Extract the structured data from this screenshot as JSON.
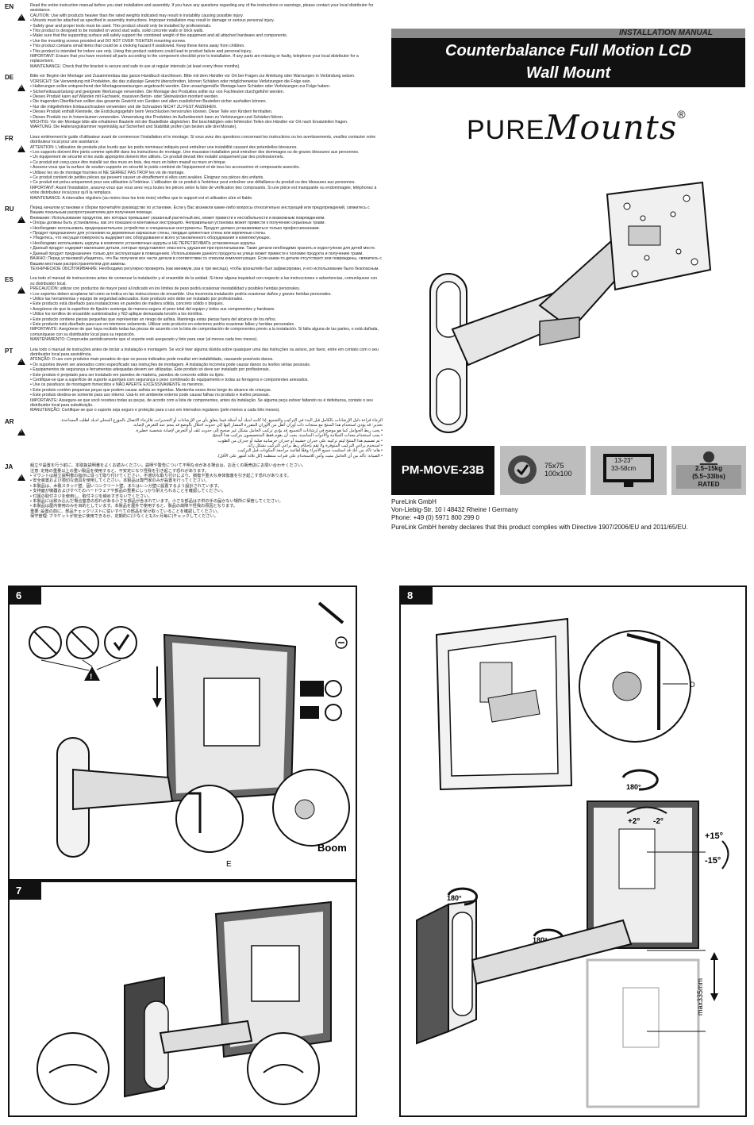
{
  "languages": [
    {
      "code": "EN",
      "text": "Read the entire instruction manual before you start installation and assembly. If you have any questions regarding any of the instructions or warnings, please contact your local distributor for assistance.\nCAUTION: Use with products heavier than the rated weights indicated may result in instability causing possible injury.\n• Mounts must be attached as specified in assembly instructions. Improper installation may result in damage or serious personal injury.\n• Safety gear and proper tools must be used. This product should only be installed by professionals.\n• This product is designed to be installed on wood stud walls, solid concrete walls or brick walls.\n• Make sure that the supporting surface will safely support the combined weight of the equipment and all attached hardware and components.\n• Use the mounting screws provided and DO NOT OVER TIGHTEN mounting screws.\n• This product contains small items that could be a choking hazard if swallowed. Keep these items away from children.\n• This product is intended for indoor use only. Using this product outdoors could lead to product failure and personal injury.\nIMPORTANT: Ensure that you have received all parts according to the component checklist prior to installation. If any parts are missing or faulty, telephone your local distributor for a replacement.\nMAINTENANCE: Check that the bracket is secure and safe to use at regular intervals (at least every three months)."
    },
    {
      "code": "DE",
      "text": "Bitte vor Beginn der Montage und Zusammenbau das ganze Handbuch durchlesen. Bitte mit dem Händler vor Ort bei Fragen zur Anleitung oder Warnungen in Verbindung setzen.\nVORSICHT: Sie Verwendung mit Produkten, die das zulässige Gewicht überschreiten, können Schäden oder möglicherweise Verletzungen die Folge sein.\n• Halterungen sollen entsprechend den Montageanweisungen angebracht werden. Eine unsachgemäße Montage kann Schäden oder Verletzungen zur Folge haben.\n• Sicherheitsausrüstung und geeignete Werkzeuge verwenden. Die Montage des Produktes sollte nur von Fachleuten durchgeführt werden.\n• Dieses Produkt kann auf Wänden mit Fachwerk, massiven Beton- oder Steinwänden montiert werden.\n• Die tragenden Oberflächen sollten das gesamte Gewicht von Geräten und allen zusätzlichen Bauteilen sicher aushalten können.\n• Nur die mitgelieferten Einbauschrauben verwenden und die Schrauben NICHT ZU FEST ANZIEHEN.\n• Dieses Produkt enthält Kleinteile, die Erstickungsgefahr beim Verschlucken hervorrufen können. Diese Teile von Kindern fernhalten.\n• Dieses Produkt nur in Innenräumen verwenden. Verwendung des Produktes im Außenbereich kann zu Verletzungen und Schäden führen.\nWICHTIG: Vor der Montage bitte alle erhaltenen Bauteile mit der Bauteilliste abgleichen. Bei beschädigten oder fehlenden Teilen den Händler vor Ort nach Ersatzteilen fragen.\nWARTUNG: Die Halterungsklammer regelmäßig auf Sicherheit und Stabilität prüfen (am besten alle drei Monate)."
    },
    {
      "code": "FR",
      "text": "Lisez entièrement le guide d'utilisateur avant de commencer l'installation et le montage. Si vous avez des questions concernant les instructions ou les avertissements, veuillez contacter votre distributeur local pour une assistance.\nATTENTION: L'utilisation de produits plus lourds que les poids nominaux indiqués peut entraîner une instabilité causant des potentielles blessures.\n• Les supports doivent être joints comme spécifié dans les instructions de montage. Une mauvaise installation peut entraîner des dommages ou de graves blessures aux personnes.\n• Un équipement de sécurité et les outils appropriés doivent être utilisés. Ce produit devrait être installé uniquement par des professionnels.\n• Ce produit est conçu pour être installé sur des murs en bois, des murs en béton massif ou murs en brique.\n• Assurez-vous que la surface de soutien supporte en sécurité le poids combiné de l'équipement et de tous les accessoires et composants associés.\n• Utilisez les vis de montage fournies et NE SERREZ PAS TROP les vis de montage.\n• Ce produit contient de petites pièces qui peuvent causer un étouffement si elles sont avalées. Éloignez ces pièces des enfants.\n• Ce produit est prévu uniquement pour une utilisation à l'intérieur. L'utilisation de ce produit à l'extérieur peut entraîner une défaillance du produit ou des blessures aux personnes.\nIMPORTANT: Avant l'installation, assurez-vous que vous avez reçu toutes les pièces selon la liste de vérification des composants. Si une pièce est manquante ou endommagée, téléphonez à votre distributeur local pour qu'il la remplace.\nMAINTENANCE: A intervalles réguliers (au moins tous les trois mois) vérifiez que le support est et utilisation sûre et fiable."
    },
    {
      "code": "RU",
      "text": "Перед началом установки и сборки прочитайте руководство по установке. Если у Вас возникли какие-либо вопросы относительно инструкций или предупреждений, свяжитесь с Вашим локальным распространителем для получения помощи.\nВнимание: Использование продуктов, вес которых превышает указанный расчетный вес, может привести к нестабильности и возможным повреждениям.\n• Опоры должны быть установлены, как это показано в монтажных инструкциях. Неправильная установка может привести к получению серьезных травм.\n• Необходимо использовать предохранительное устройство и специальные инструменты. Продукт должен устанавливаться только профессионалами.\n• Продукт предназначен для установки на деревянные каркасные стены, твердые цементные стены или кирпичные стены.\n• Убедитесь, что несущая поверхность выдержит вес оборудования и всего установленного оборудования и комплектующих.\n• Необходимо использовать шурупы в комплекте установочных шурупы и НЕ ПЕРЕТЯГИВАТЬ установочные шурупы.\n• Данный продукт содержит маленькие детали, которые представляют опасность удушения при проглатывании. Такие детали необходимо хранить в недоступном для детей месте.\n• Данный продукт предназначен только для эксплуатации в помещениях. Использование данного продукта на улице может привести к поломке продукта и получению травм.\nВАЖНО: Перед установкой убедитесь, что Вы получили все части детали в соответствии со списком комплектующих. Если какие-то детали отсутствуют или повреждены, свяжитесь с Вашим местным распространителем для замены.\nТЕХНИЧЕСКОЕ ОБСЛУЖИВАНИЕ: Необходимо регулярно проверять (как минимум, раз в три месяца), чтобы кронштейн был зафиксирован, и его использование было безопасным."
    },
    {
      "code": "ES",
      "text": "Lea todo el manual de instrucciones antes de comenzar la instalación y el ensamble de la unidad. Si tiene alguna inquietud con respecto a las instrucciones o advertencias, comuníquese con su distribuidor local.\nPRECAUCIÓN: utilizar con productos de mayor peso al indicado en los límites de peso podrá ocasionar inestabilidad y posibles heridas personales.\n• Los soportes deben acoplarse tal como se indica en las instrucciones de ensamble. Una incorrecta instalación podría ocasionar daños y graves heridas personales.\n• Utilice las herramientas y equipo de seguridad adecuados. Este producto solo debe ser instalado por profesionales.\n• Este producto está diseñado para instalaciones en paredes de madera sólida, concreto sólido o bloques.\n• Asegúrese de que la superficie de fijación sostenga de manera segura el peso total del equipo y todos sus componentes y hardware.\n• Utilice los tornillos de ensamble suministrados y NO aplique demasiada torsión a los tornillos.\n• Este producto contiene piezas pequeñas que representan un riesgo de asfixia. Mantenga estas piezas fuera del alcance de los niños.\n• Este producto está diseñado para uso en interiores solamente. Utilizar este producto en exteriores podría ocasionar fallas y heridas personales.\nIMPORTANTE: Asegúrese de que haya recibido todas las piezas de acuerdo con la lista de comprobación de componentes previo a la instalación. Si falta alguna de las partes, o está dañada, comuníquese con su distribuidor local para su reposición.\nMANTENIMIENTO: Compruebe periódicamente que el soporte esté asegurado y listo para usar (al menos cada tres meses)."
    },
    {
      "code": "PT",
      "text": "Leia todo o manual de instruções antes de iniciar a instalação e montagem. Se você tiver alguma dúvida sobre quaisquer uma das instruções ou avisos, por favor, entre em contato com o seu distribuidor local para assistência.\nATENÇÃO: O uso com produtos mais pesados do que os pesos indicados pode resultar em instabilidade, causando possíveis danos.\n• Os suportes devem ser anexados como especificado nas instruções de montagem. A instalação incorreta pode causar danos ou lesões sérias pessoais.\n• Equipamentos de segurança e ferramentas adequadas devem ser utilizadas. Este produto só deve ser instalado por profissionais.\n• Este produto é projetado para ser instalado em paredes de madeira, paredes de concreto sólido ou tijolo.\n• Certifique-se que a superfície de suporte suportará com segurança o peso combinado do equipamento e todas as ferragens e componentes anexados.\n• Use os parafusos de montagem fornecidos e NÃO APERTE EXCESSIVAMENTE os mesmos.\n• Este produto contém pequenas peças que podem causar asfixia se ingeridas. Mantenha esses itens longe do alcance de crianças.\n• Este produto destina-se somente para uso interno. Usá-lo em ambiente externo pode causar falhas no produto e lesões pessoais.\nIMPORTANTE: Assegure-se que você recebeu todas as peças, de acordo com a lista de componentes, antes da instalação. Se alguma peça estiver faltando ou é defeituosa, contate o seu distribuidor local para substituição.\nMANUTENÇÃO: Certifique-se que o suporte seja seguro e proteção para o uso em intervalos regulares (pelo menos a cada três meses)."
    },
    {
      "code": "AR",
      "text": "الرجاء قراءة دليل الإرشادات بالكامل قبل البدء في التركيب والتجميع. إذا كانت لديك أية أسئلة فيما يتعلق بأي من الإرشادات أو التحذيرات، فالرجاء الاتصال بالموزع المحلي لديك لطلب المساعدة.\nتحذير: قد يؤدي استخدام هذا المنتج مع منتجات ذات أوزان أثقل من الأوزان المقررة المشار إليها إلى حدوث اختلال بالوضع قد ينجم عنه التعرض لإصابة.\n• يجب ربط الحوامل كما هو موضح في إرشادات التجميع. قد يؤدي تركيب الحامل بشكل غير صحيح إلى حدوث تلف أو التعرض لإصابة شخصية خطيرة.\n• يجب استخدام معدات السلامة والأدوات المناسبة. يجب أن يقوم فقط المتخصصون بتركيب هذا المنتج.\n• تم تصميم هذا المنتج ليتم تركيبه على جدران خشبية أو جدران خرسانية صلبة أو جدران من الطوب.\n• استخدم براغي التركيب المتوفرة ولا تقم بإحكام ربط براغي التركيب بشكل زائد.\n• هام: تأكد من أنك قد استلمت جميع الأجزاء وفقًا لقائمة مراجعة المكونات قبل التركيب.\n• الصيانة: تأكد من أن الحامل مثبت وآمن للاستخدام على فترات منتظمة (كل ثلاثة أشهر على الأقل)."
    },
    {
      "code": "JA",
      "text": "組立や設置を行う前に、本取扱説明書をよくお読みください。説明や警告について不明な点がある場合は、お近くの販売店にお問い合わせください。\n注意: 定格の重量以上の重い製品を使用すると、不安定になり怪我を引き起こす恐れがあります。\n• マウントは組立説明書の指示に従って取り付けてください。不適切な取り付けにより、損傷や重大な身体傷害を引き起こす恐れがあります。\n• 安全装置および適切な道具を使用してください。本製品は専門家のみが設置を行ってください。\n• 本製品は、木製スタッド壁、固いコンクリート壁、またはレンガ壁に設置するよう設計されています。\n• 支持面が機器およびすべてのハードウェアや部品の重量にしっかり耐えられることを確認してください。\n• 付属の取付ネジを使用し、取付ネジを締めすぎないでください。\n• 本製品には飲み込んだ場合窒息の恐れがある小さな部品が含まれています。小さな部品は子供の手の届かない場所に保管してください。\n• 本製品は屋内使用のみを目的としています。本製品を屋外で使用すると、製品の故障や怪我の原因となります。\n重要: 設置の前に、部品チェックリストに従いすべての部品を受け取っていることを確認してください。\n保守管理: ブラケットが安全に使用できるか、定期的に(少なくとも3ヶ月毎に)チェックしてください。"
    }
  ],
  "header": {
    "manual_label": "INSTALLATION MANUAL",
    "title_line1": "Counterbalance Full Motion LCD",
    "title_line2": "Wall Mount"
  },
  "brand": {
    "part1": "PURE",
    "part2": "Mounts",
    "reg": "®"
  },
  "product": {
    "model": "PM-MOVE-23B",
    "vesa": [
      "75x75",
      "100x100"
    ],
    "size_range": "13-23\"",
    "size_cm": "33-58cm",
    "weight_range": "2.5~15kg",
    "weight_lbs": "(5.5~33lbs)",
    "weight_label": "RATED"
  },
  "company": {
    "lines": "PureLink GmbH\nVon-Liebig-Str. 10 I 48432 Rheine I Germany\nPhone: +49 (0) 5971 800 299 0",
    "declaration": "PureLink GmbH hereby declares that this product complies with Directive 1907/2006/EU and 2011/65/EU."
  },
  "steps": {
    "step6": {
      "number": "6",
      "label_e": "E",
      "label_boom": "Boom"
    },
    "step7": {
      "number": "7"
    },
    "step8": {
      "number": "8",
      "label_d": "D",
      "rot_180": "180°",
      "tilt_plus": "+2°",
      "tilt_minus": "-2°",
      "swivel_plus": "+15°",
      "swivel_minus": "-15°",
      "max_height": "max335mm"
    }
  },
  "colors": {
    "black": "#111111",
    "grey": "#bdbdbd",
    "header_grey": "#8a8a8a"
  }
}
